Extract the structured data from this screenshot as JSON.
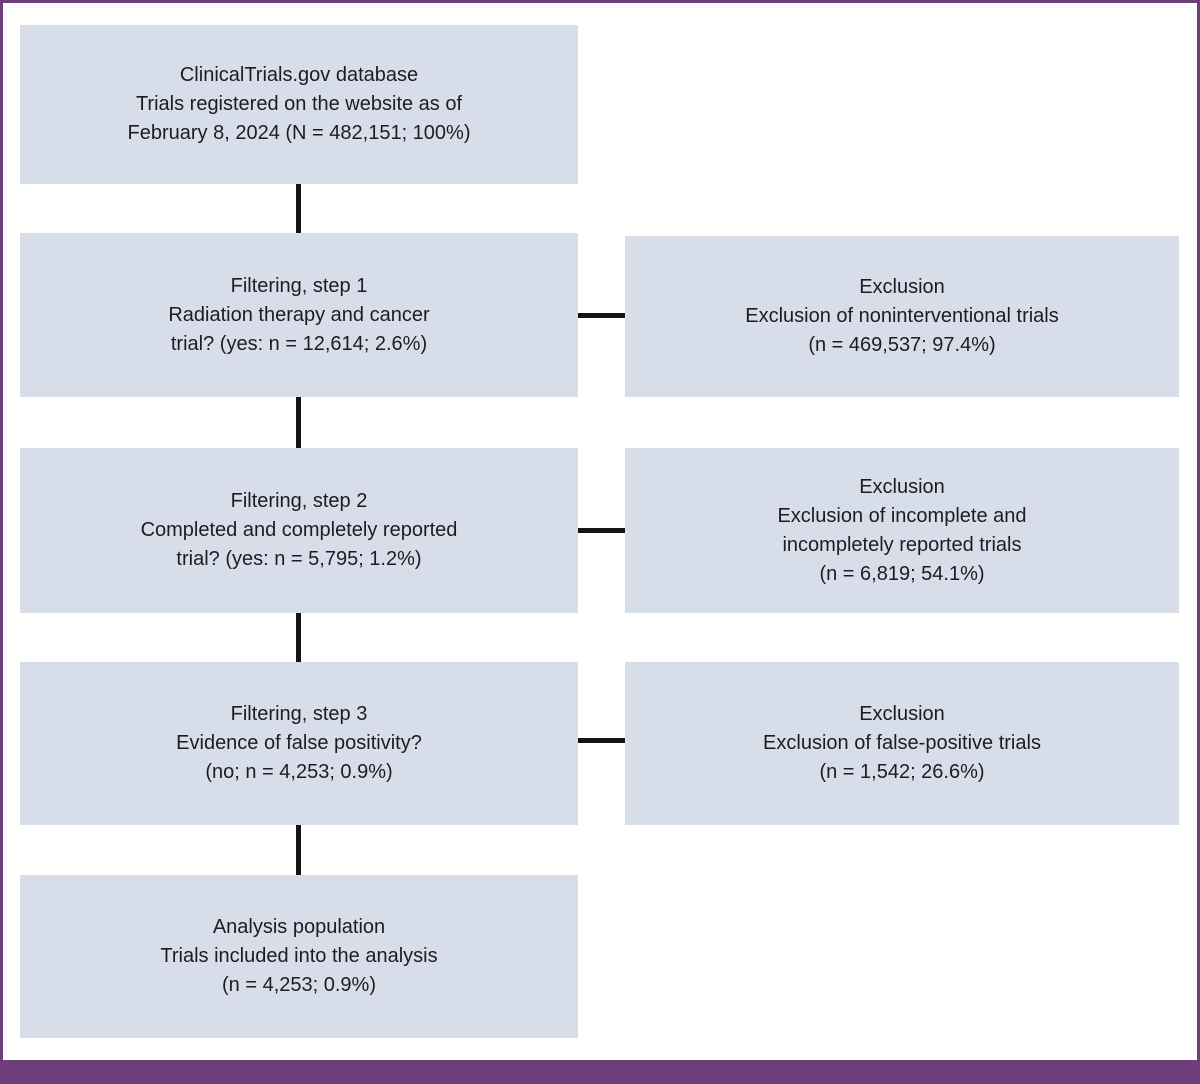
{
  "diagram": {
    "type": "flowchart",
    "description": "ClinicalTrials.gov trial selection flow diagram",
    "colors": {
      "frame_purple": "#6d3e7b",
      "box_fill": "#d8dee9",
      "connector_black": "#141414",
      "text": "#1b1d22",
      "background": "#fffffd"
    },
    "nodes": {
      "database": {
        "text": "ClinicalTrials.gov database\nTrials registered on the website as of\nFebruary 8, 2024 (N = 482,151; 100%)"
      },
      "filter1": {
        "text": "Filtering, step 1\nRadiation therapy and cancer\ntrial? (yes: n = 12,614; 2.6%)"
      },
      "filter2": {
        "text": "Filtering, step 2\nCompleted and completely reported\ntrial? (yes: n = 5,795; 1.2%)"
      },
      "filter3": {
        "text": "Filtering, step 3\nEvidence of false positivity?\n(no; n = 4,253; 0.9%)"
      },
      "analysis": {
        "text": "Analysis population\nTrials included into the analysis\n(n = 4,253; 0.9%)"
      },
      "exclusion1": {
        "text": "Exclusion\nExclusion of noninterventional trials\n(n = 469,537; 97.4%)"
      },
      "exclusion2": {
        "text": "Exclusion\nExclusion of incomplete and\nincompletely reported trials\n(n = 6,819; 54.1%)"
      },
      "exclusion3": {
        "text": "Exclusion\nExclusion of false-positive trials\n(n = 1,542; 26.6%)"
      }
    },
    "edges": [
      {
        "from": "database",
        "to": "filter1",
        "direction": "down"
      },
      {
        "from": "filter1",
        "to": "filter2",
        "direction": "down"
      },
      {
        "from": "filter2",
        "to": "filter3",
        "direction": "down"
      },
      {
        "from": "filter3",
        "to": "analysis",
        "direction": "down"
      },
      {
        "from": "filter1",
        "to": "exclusion1",
        "direction": "right"
      },
      {
        "from": "filter2",
        "to": "exclusion2",
        "direction": "right"
      },
      {
        "from": "filter3",
        "to": "exclusion3",
        "direction": "right"
      }
    ]
  }
}
